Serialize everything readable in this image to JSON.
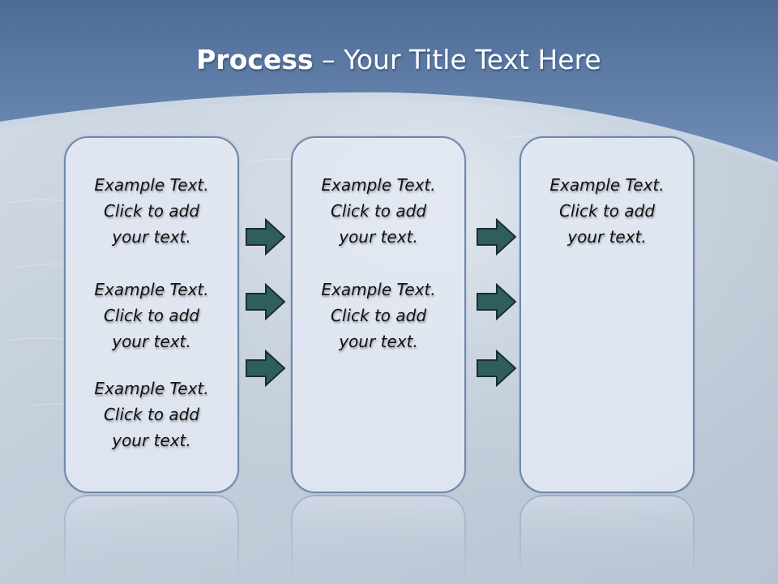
{
  "title": {
    "bold": "Process",
    "rest": " – Your Title Text Here"
  },
  "columns": [
    {
      "items": [
        {
          "line1": "Example Text.",
          "line2": "Click  to add",
          "line3": "your text."
        },
        {
          "line1": "Example Text.",
          "line2": "Click  to add",
          "line3": "your text."
        },
        {
          "line1": "Example Text.",
          "line2": "Click  to add",
          "line3": "your text."
        }
      ]
    },
    {
      "items": [
        {
          "line1": "Example Text.",
          "line2": "Click  to add",
          "line3": "your text."
        },
        {
          "line1": "Example Text.",
          "line2": "Click  to add",
          "line3": "your text."
        }
      ]
    },
    {
      "items": [
        {
          "line1": "Example Text.",
          "line2": "Click  to add",
          "line3": "your text."
        }
      ]
    }
  ],
  "colors": {
    "header": "#5a7aa6",
    "box_border": "#6f88ad",
    "arrow_fill": "#2f5e5e",
    "arrow_stroke": "#1a2e2e"
  },
  "icons": {
    "arrow": "right-arrow-icon"
  }
}
